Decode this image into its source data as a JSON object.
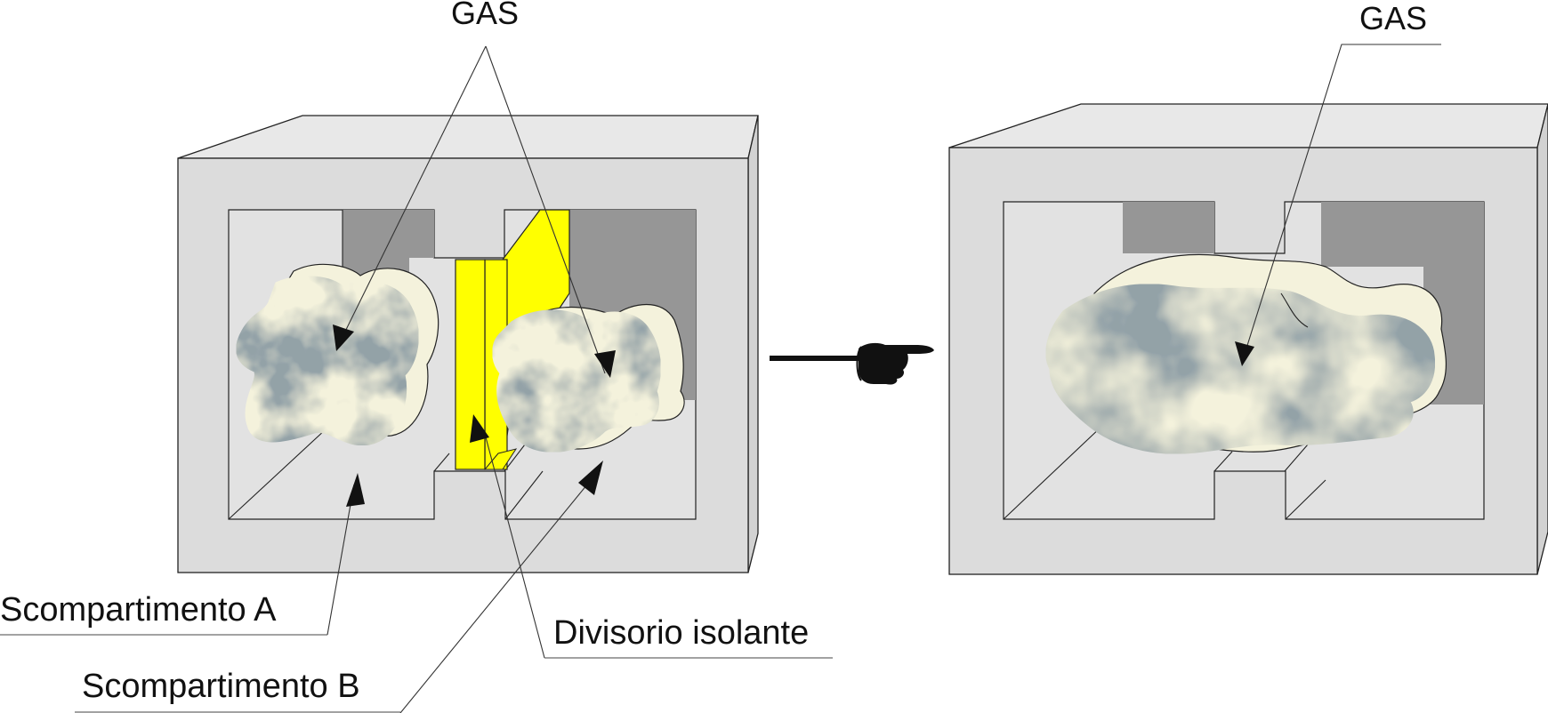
{
  "labels": {
    "gas_left": "GAS",
    "gas_right": "GAS",
    "compartment_a": "Scompartimento A",
    "compartment_b": "Scompartimento B",
    "partition": "Divisorio isolante"
  },
  "colors": {
    "background": "#ffffff",
    "box_face": "#dcdcdc",
    "box_interior_back": "#969696",
    "partition": "#ffff00",
    "gas_dark": "#4a5c64",
    "gas_light": "#f4f2dc",
    "outline": "#222222"
  },
  "icons": {
    "transition": "pointing-hand-icon"
  }
}
